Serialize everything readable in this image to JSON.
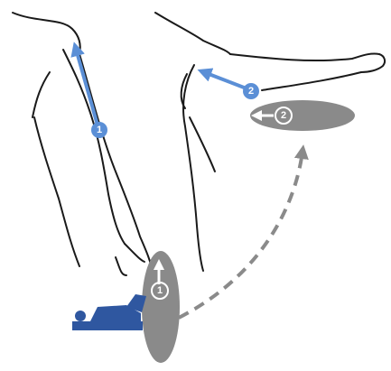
{
  "markers": {
    "step1_blue": "1",
    "step2_blue": "2",
    "step1_gray": "1",
    "step2_gray": "2"
  },
  "colors": {
    "blue": "#5b8fd6",
    "gray": "#8a8a8a",
    "plane": "#2f57a0",
    "line": "#1a1a1a"
  },
  "icons": [
    "hand-plane-icon"
  ]
}
